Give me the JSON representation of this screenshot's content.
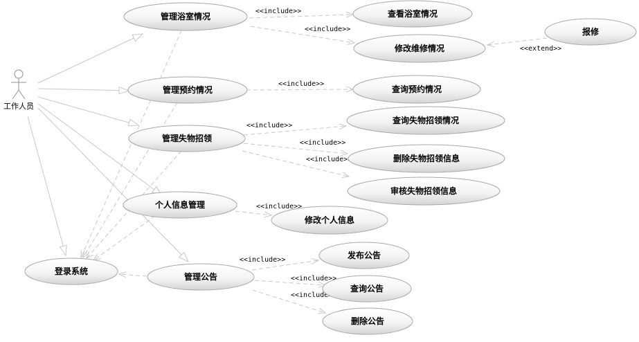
{
  "actor": {
    "label": "工作人员",
    "icon": "stick-figure-icon"
  },
  "use_cases": {
    "manage_bath": "管理浴室情况",
    "view_bath": "查看浴室情况",
    "modify_repair": "修改维修情况",
    "report_repair": "报修",
    "manage_reservation": "管理预约情况",
    "query_reservation": "查询预约情况",
    "manage_lost_found": "管理失物招领",
    "query_lost_found": "查询失物招领情况",
    "delete_lost_found": "删除失物招领信息",
    "review_lost_found": "审核失物招领信息",
    "personal_info": "个人信息管理",
    "modify_personal_info": "修改个人信息",
    "login": "登录系统",
    "manage_notice": "管理公告",
    "publish_notice": "发布公告",
    "query_notice": "查询公告",
    "delete_notice": "删除公告"
  },
  "stereotypes": {
    "include": "<<include>>",
    "extend": "<<extend>>"
  },
  "colors": {
    "line": "#c8c8c8",
    "ellipse_top": "#ffffff",
    "ellipse_bottom": "#dcdcdc",
    "ellipse_stroke": "#a0a0a0"
  }
}
